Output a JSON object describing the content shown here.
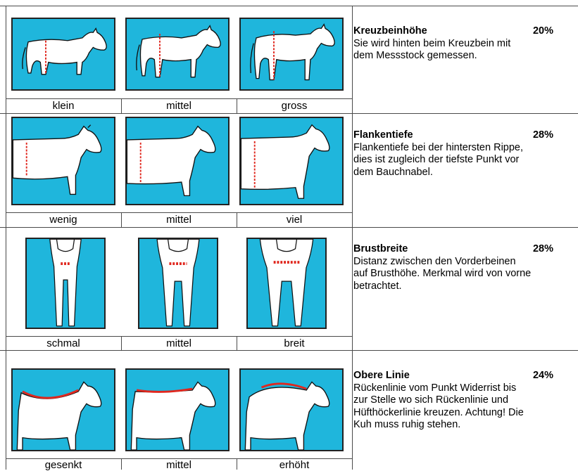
{
  "colors": {
    "panel": "#1fb6dc",
    "marker": "#e0271e",
    "grid": "#4a4a4a"
  },
  "traits": [
    {
      "title": "Kreuzbeinhöhe",
      "percent": "20%",
      "lines": [
        "Sie wird hinten beim Kreuzbein mit",
        "dem Messstock gemessen."
      ],
      "labels": [
        "klein",
        "mittel",
        "gross"
      ]
    },
    {
      "title": "Flankentiefe",
      "percent": "28%",
      "lines": [
        "Flankentiefe bei der hintersten Rippe,",
        "dies ist zugleich der tiefste Punkt vor",
        "dem Bauchnabel."
      ],
      "labels": [
        "wenig",
        "mittel",
        "viel"
      ]
    },
    {
      "title": "Brustbreite",
      "percent": "28%",
      "lines": [
        "Distanz zwischen den Vorderbeinen",
        "auf Brusthöhe. Merkmal wird von vorne",
        "betrachtet."
      ],
      "labels": [
        "schmal",
        "mittel",
        "breit"
      ]
    },
    {
      "title": "Obere Linie",
      "percent": "24%",
      "lines": [
        "Rückenlinie vom Punkt Widerrist bis",
        "zur Stelle wo sich Rückenlinie und",
        "Hüfthöckerlinie kreuzen. Achtung! Die",
        "Kuh muss ruhig stehen."
      ],
      "labels": [
        "gesenkt",
        "mittel",
        "erhöht"
      ]
    }
  ]
}
